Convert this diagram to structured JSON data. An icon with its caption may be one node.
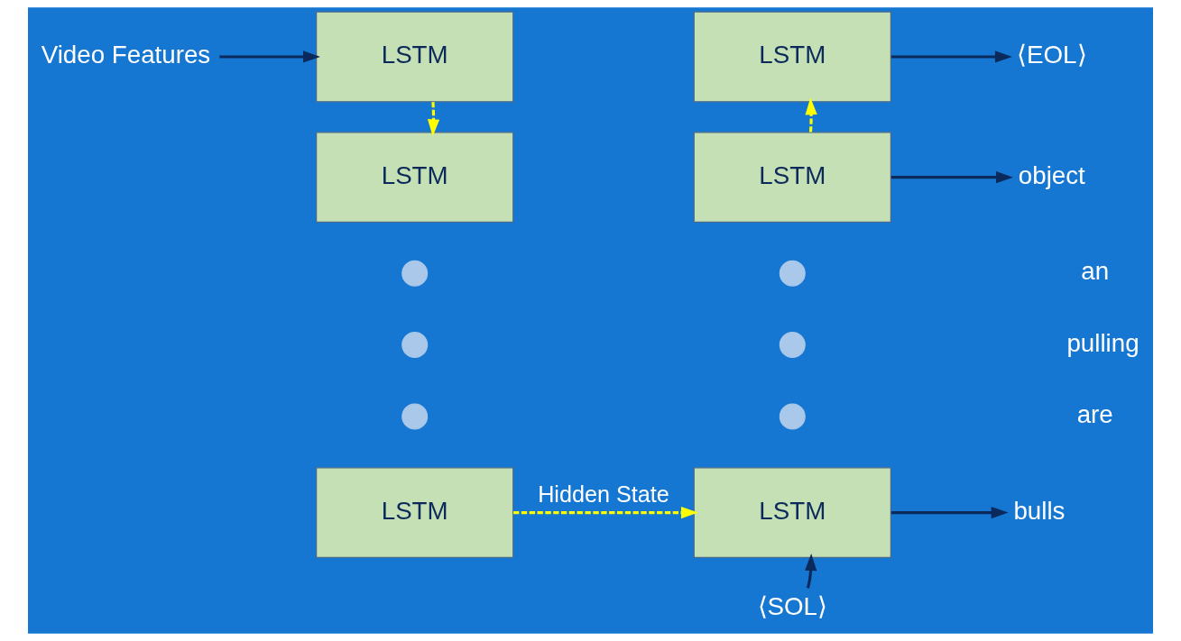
{
  "diagram": {
    "nodes": [
      {
        "text": [
          "Video Features"
        ]
      },
      {
        "text": [
          "LSTM"
        ]
      },
      {
        "text": [
          "LSTM"
        ]
      },
      {
        "text": [],
        "shape": "circle"
      },
      {
        "text": [],
        "shape": "circle"
      },
      {
        "text": [],
        "shape": "circle"
      },
      {
        "text": [
          "LSTM"
        ]
      },
      {
        "text": [
          "LSTM"
        ]
      },
      {
        "text": [
          "LSTM"
        ]
      },
      {
        "text": [],
        "shape": "circle"
      },
      {
        "text": [],
        "shape": "circle"
      },
      {
        "text": [],
        "shape": "circle"
      },
      {
        "text": [
          "LSTM"
        ]
      },
      {
        "text": [
          "⟨EOL⟩"
        ]
      },
      {
        "text": [
          "object"
        ]
      },
      {
        "text": [
          "bulls"
        ]
      },
      {
        "text": [
          "⟨SOL⟩"
        ]
      }
    ],
    "edges": [
      {
        "from": 0,
        "to": 1,
        "arrow": "to"
      },
      {
        "from": 1,
        "to": 2,
        "arrow": "to",
        "style": "dashed",
        "color": "#ffff00"
      },
      {
        "from": 8,
        "to": 7,
        "arrow": "to",
        "style": "dashed",
        "color": "#ffff00"
      },
      {
        "from": 6,
        "to": 12,
        "arrow": "to",
        "label": "Hidden State",
        "style": "dashed",
        "color": "#ffff00"
      },
      {
        "from": 7,
        "to": 13,
        "arrow": "to"
      },
      {
        "from": 8,
        "to": 14,
        "arrow": "to"
      },
      {
        "from": 12,
        "to": 15,
        "arrow": "to"
      },
      {
        "from": 16,
        "to": 12,
        "arrow": "to"
      }
    ],
    "labels": [
      "an",
      "pulling",
      "are"
    ]
  }
}
